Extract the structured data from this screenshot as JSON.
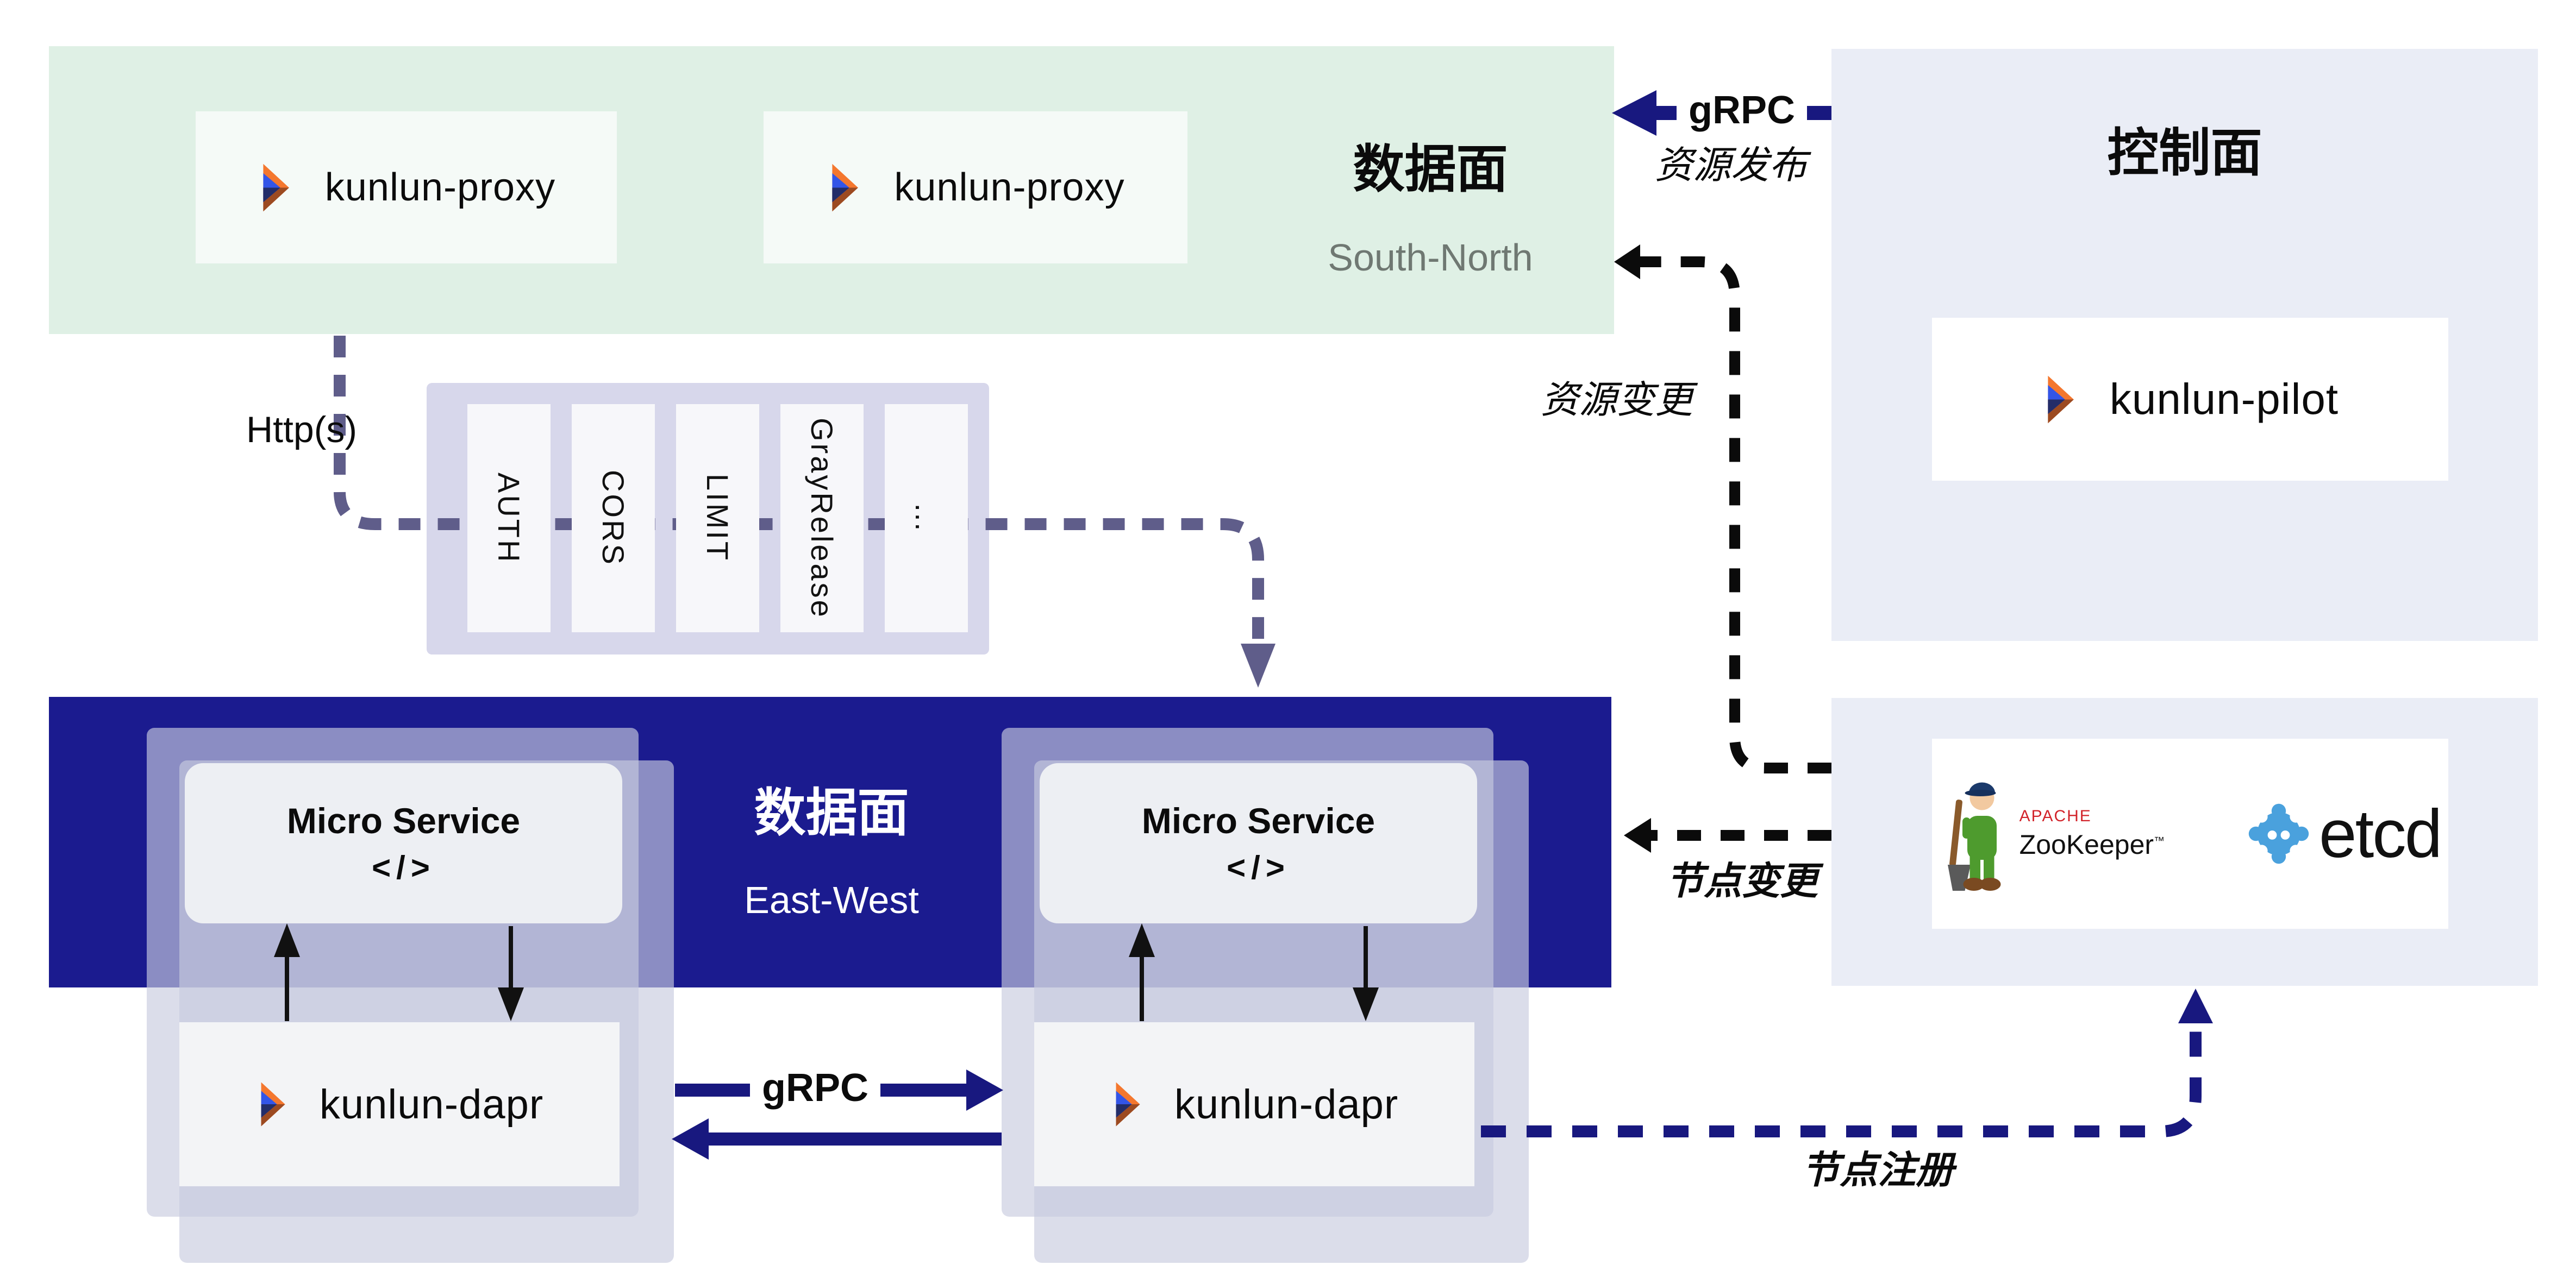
{
  "colors": {
    "navy": "#1b1b8f",
    "green_panel": "#dff0e5",
    "lavender_panel": "#eaedf6",
    "dash_purple": "#5f5d8a",
    "etcd_blue": "#4aa1dd",
    "apache_red": "#d2232a"
  },
  "south_north_panel": {
    "title": "数据面",
    "subtitle": "South-North"
  },
  "control_panel": {
    "title": "控制面"
  },
  "east_west_panel": {
    "title": "数据面",
    "subtitle": "East-West"
  },
  "nodes": {
    "proxy": "kunlun-proxy",
    "pilot": "kunlun-pilot",
    "micro_service": "Micro Service",
    "code_glyph": "</>",
    "dapr": "kunlun-dapr"
  },
  "registry": {
    "apache": "APACHE",
    "zookeeper": "ZooKeeper",
    "trademark": "™",
    "etcd": "etcd"
  },
  "pipeline": {
    "filters": [
      "AUTH",
      "CORS",
      "LIMIT",
      "GrayRelease",
      "…"
    ]
  },
  "edges": {
    "http": "Http(s)",
    "grpc_publish": "gRPC",
    "publish": "资源发布",
    "resource_change": "资源变更",
    "node_change": "节点变更",
    "grpc_dapr": "gRPC",
    "node_register": "节点注册"
  }
}
